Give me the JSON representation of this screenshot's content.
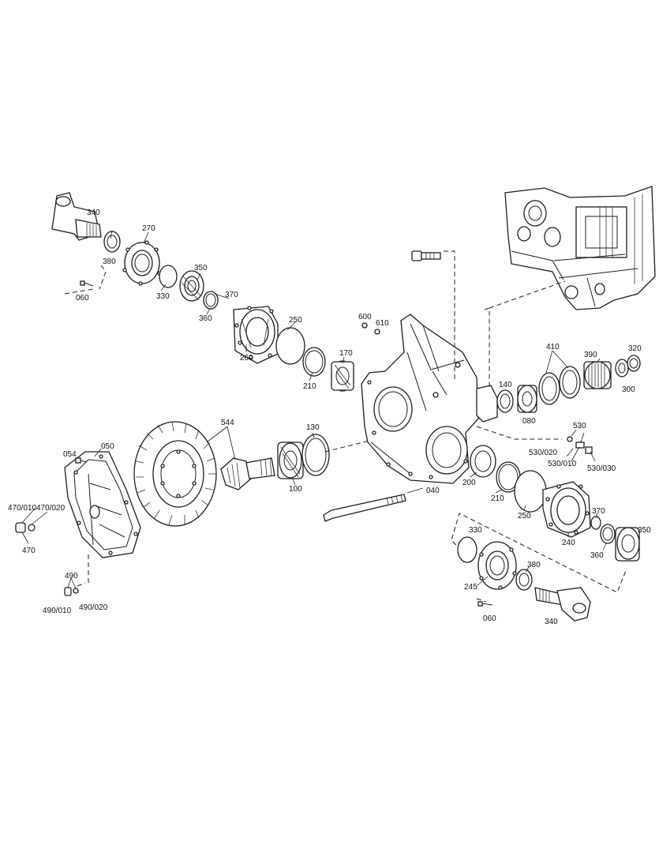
{
  "diagram": {
    "kind": "exploded parts view",
    "line_color": "#1e1e1e",
    "background": "#ffffff"
  },
  "labels": {
    "p340a": "340",
    "p270": "270",
    "p380a": "380",
    "p330a": "330",
    "p060a": "060",
    "p350a": "350",
    "p370a": "370",
    "p360a": "360",
    "p260": "260",
    "p250a": "250",
    "p210a": "210",
    "p170": "170",
    "p600": "600",
    "p610": "610",
    "p410": "410",
    "p390": "390",
    "p320": "320",
    "p300": "300",
    "p140": "140",
    "p080": "080",
    "p530": "530",
    "p530_020": "530/020",
    "p530_010": "530/010",
    "p530_030": "530/030",
    "p544": "544",
    "p130": "130",
    "p100": "100",
    "p054": "054",
    "p050": "050",
    "p040": "040",
    "p200": "200",
    "p210b": "210",
    "p250b": "250",
    "p370b": "370",
    "p350b": "350",
    "p240": "240",
    "p360b": "360",
    "p330b": "330",
    "p380b": "380",
    "p245": "245",
    "p060b": "060",
    "p340b": "340",
    "p470_010": "470/010",
    "p470_020": "470/020",
    "p470": "470",
    "p490": "490",
    "p490_010": "490/010",
    "p490_020": "490/020"
  }
}
